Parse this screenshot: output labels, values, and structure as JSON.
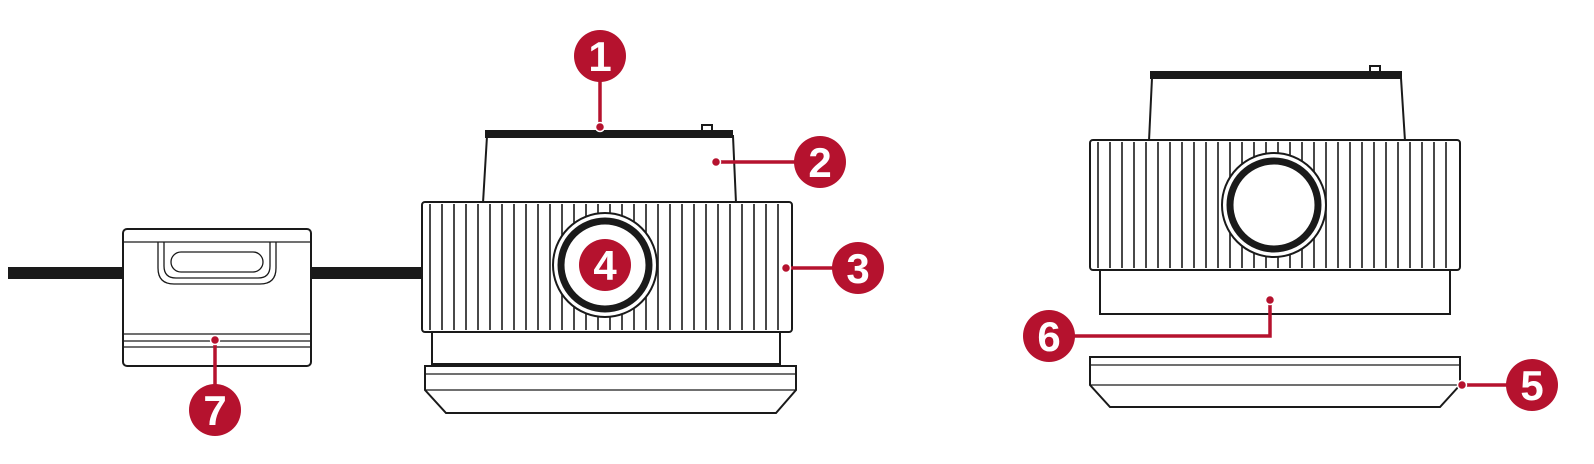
{
  "diagram": {
    "accent_color": "#b5122e",
    "line_color": "#1a1a1a",
    "callouts": [
      {
        "id": "callout-1",
        "label": "1"
      },
      {
        "id": "callout-2",
        "label": "2"
      },
      {
        "id": "callout-3",
        "label": "3"
      },
      {
        "id": "callout-4",
        "label": "4"
      },
      {
        "id": "callout-5",
        "label": "5"
      },
      {
        "id": "callout-6",
        "label": "6"
      },
      {
        "id": "callout-7",
        "label": "7"
      }
    ]
  }
}
